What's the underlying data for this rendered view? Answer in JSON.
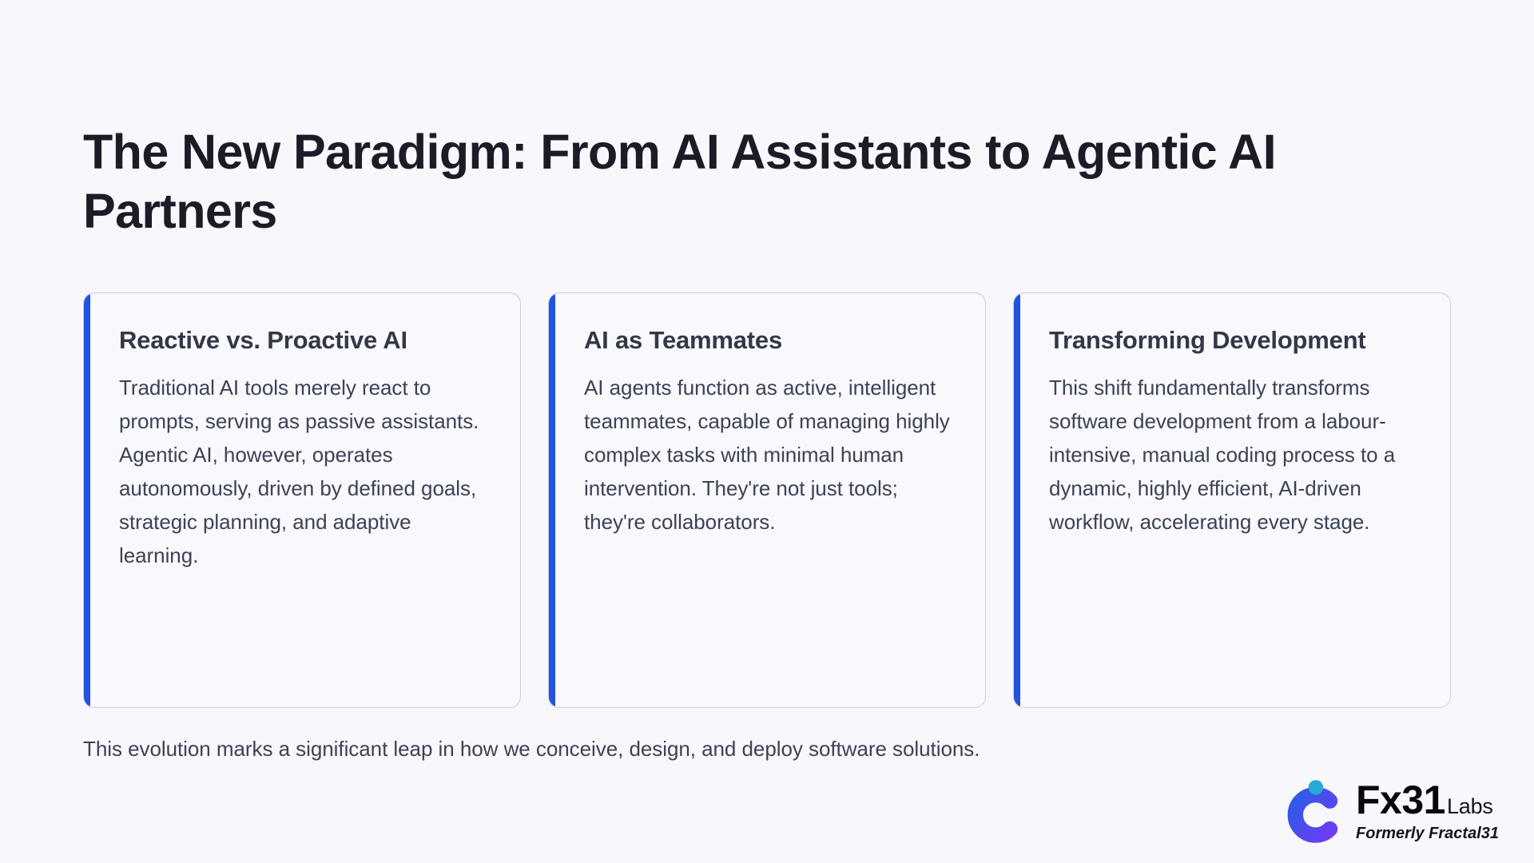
{
  "slide": {
    "title": "The New Paradigm: From AI Assistants to Agentic AI Partners",
    "footer_note": "This evolution marks a significant leap in how we conceive, design, and deploy software solutions.",
    "accent_color": "#1f53e0",
    "background_color": "#f7f7fc",
    "card_border_color": "#c8cce4",
    "title_color": "#1c1c28",
    "body_text_color": "#3c4255"
  },
  "cards": [
    {
      "title": "Reactive vs. Proactive AI",
      "body": "Traditional AI tools merely react to prompts, serving as passive assistants. Agentic AI, however, operates autonomously, driven by defined goals, strategic planning, and adaptive learning."
    },
    {
      "title": "AI as Teammates",
      "body": "AI agents function as active, intelligent teammates, capable of managing highly complex tasks with minimal human intervention. They're not just tools; they're collaborators."
    },
    {
      "title": "Transforming Development",
      "body": "This shift fundamentally transforms software development from a labour-intensive, manual coding process to a dynamic, highly efficient, AI-driven workflow, accelerating every stage."
    }
  ],
  "logo": {
    "wordmark_primary": "Fx31",
    "wordmark_secondary": "Labs",
    "tagline": "Formerly Fractal31",
    "mark_gradient_start": "#2b5ce6",
    "mark_gradient_end": "#6d3df5",
    "mark_dot_color": "#27a8d8"
  }
}
